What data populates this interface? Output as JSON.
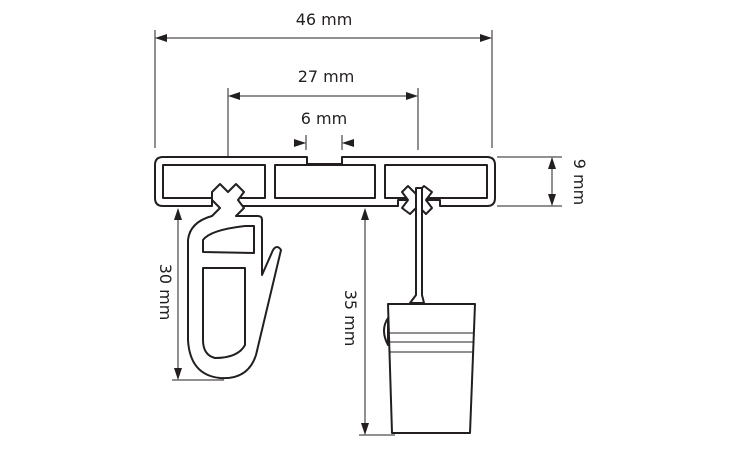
{
  "dimensions": {
    "overall_width": "46 mm",
    "hook_spacing": "27 mm",
    "slot_width": "6 mm",
    "rail_height": "9 mm",
    "hook_length": "30 mm",
    "clip_length": "35 mm"
  },
  "colors": {
    "line": "#231f20",
    "background": "#ffffff"
  }
}
